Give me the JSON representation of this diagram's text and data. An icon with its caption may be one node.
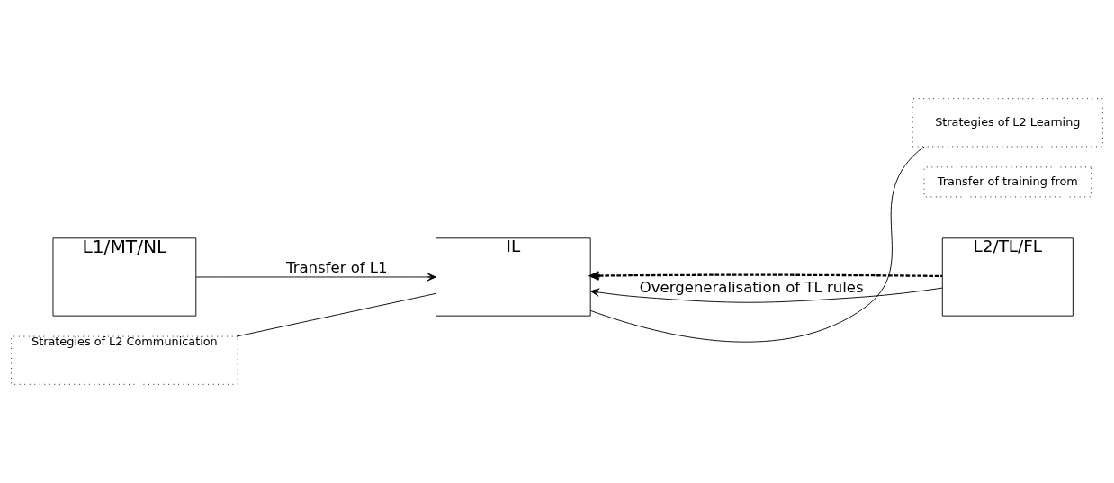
{
  "diagram": {
    "nodes": [
      {
        "text": [
          "L1/MT/NL"
        ]
      },
      {
        "text": [
          "IL"
        ]
      },
      {
        "text": [
          "Transfer of training from"
        ]
      },
      {
        "text": [
          "L2/TL/FL"
        ]
      },
      {
        "text": [
          "Strategies of L2 Communication"
        ]
      },
      {
        "text": [
          "Strategies of L2 Learning"
        ]
      }
    ],
    "edges": [
      {
        "from": 0,
        "to": 1,
        "arrow": "to",
        "label": "Transfer of L1"
      },
      {
        "from": 3,
        "to": 1,
        "arrow": "to",
        "style": "dashed"
      },
      {
        "from": 3,
        "to": 1,
        "arrow": "to",
        "label": "Overgeneralisation of TL rules"
      },
      {
        "from": 4,
        "to": 1,
        "arrow": "none"
      },
      {
        "from": 5,
        "to": 1,
        "arrow": "none"
      }
    ]
  }
}
